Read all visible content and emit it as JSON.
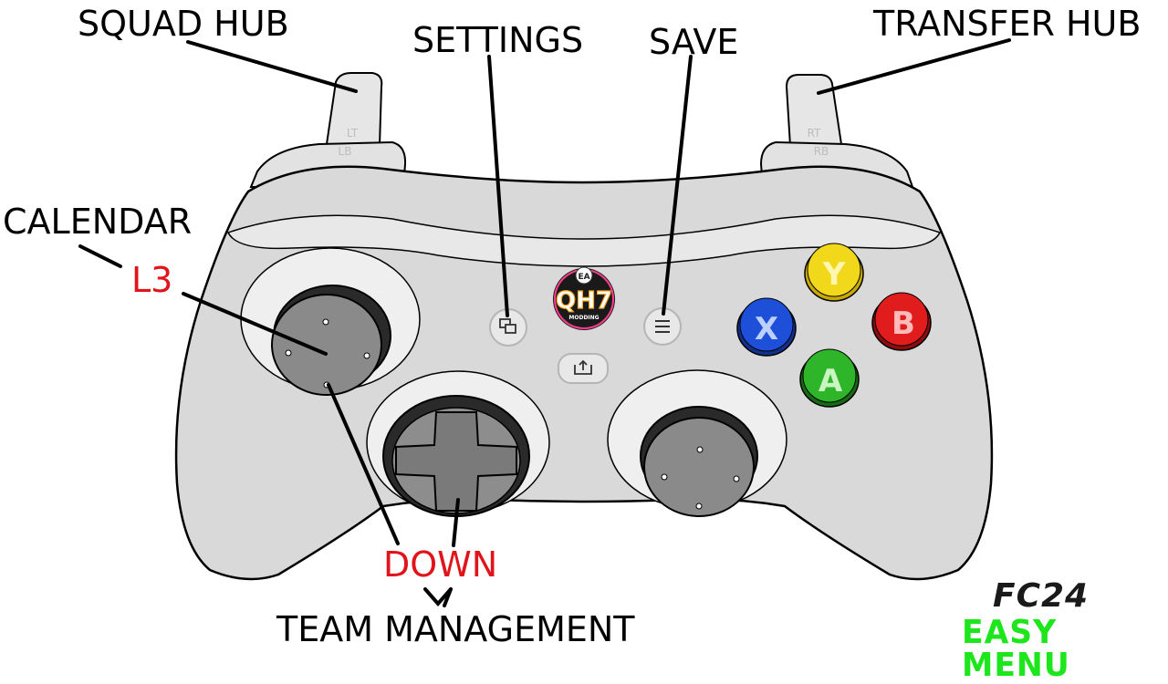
{
  "labels": {
    "squad_hub": "SQUAD HUB",
    "settings": "SETTINGS",
    "save": "SAVE",
    "transfer_hub": "TRANSFER HUB",
    "calendar": "CALENDAR",
    "l3": "L3",
    "down": "DOWN",
    "team_management": "TEAM MANAGEMENT"
  },
  "controller": {
    "lt": "LT",
    "lb": "LB",
    "rt": "RT",
    "rb": "RB",
    "y": "Y",
    "x": "X",
    "b": "B",
    "a": "A",
    "view_icon": "view-icon",
    "menu_icon": "menu-icon",
    "share_icon": "share-icon"
  },
  "logo": {
    "top": "EA",
    "main": "QH7",
    "sub": "MODDING"
  },
  "brand": {
    "line1": "FC24",
    "line2": "EASY MENU"
  },
  "colors": {
    "label_black": "#000000",
    "label_red": "#e0141a",
    "button_y": "#f2d81a",
    "button_x": "#1d4fd8",
    "button_b": "#e01c1c",
    "button_a": "#2fb52a",
    "brand_green": "#1de61d",
    "controller_body": "#d9d9d9"
  }
}
